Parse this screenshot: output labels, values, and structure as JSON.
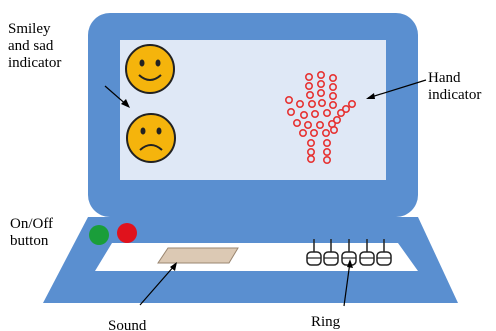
{
  "annotations": {
    "smiley": {
      "lines": [
        "Smiley",
        "and sad",
        "indicator"
      ]
    },
    "hand": {
      "lines": [
        "Hand",
        "indicator"
      ]
    },
    "onoff": {
      "lines": [
        "On/Off",
        "button"
      ]
    },
    "sound": {
      "text": "Sound"
    },
    "ring": {
      "text": "Ring"
    }
  },
  "indicators": {
    "faces": [
      "smiley-face",
      "sad-face"
    ],
    "on_button_color": "#1a9e3a",
    "off_button_color": "#e0121c"
  },
  "colors": {
    "device_body": "#5a8fd0",
    "screen": "#dfe8f6",
    "face_fill": "#f5b40c",
    "hand_dots": "#e63333"
  }
}
